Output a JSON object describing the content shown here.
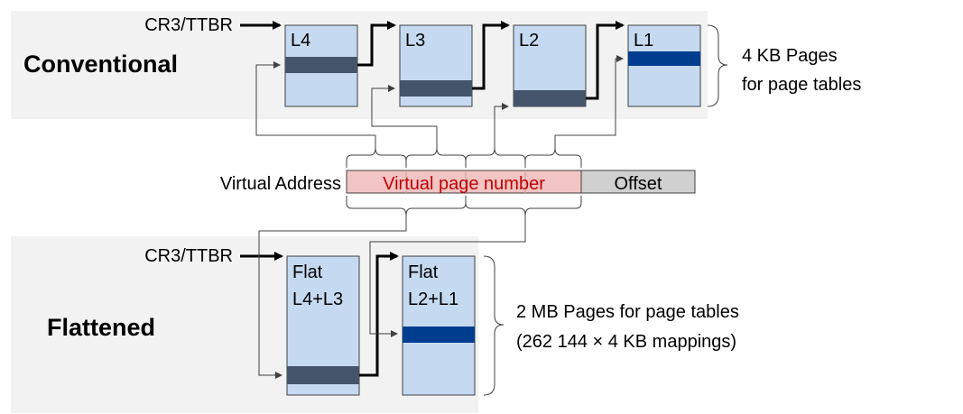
{
  "conventional": {
    "title": "Conventional",
    "root_register": "CR3/TTBR",
    "tables": [
      "L4",
      "L3",
      "L2",
      "L1"
    ],
    "note_line1": "4 KB Pages",
    "note_line2": "for page tables"
  },
  "virtual_address": {
    "label": "Virtual Address",
    "vpn": "Virtual page number",
    "offset": "Offset"
  },
  "flattened": {
    "title": "Flattened",
    "root_register": "CR3/TTBR",
    "table1_line1": "Flat",
    "table1_line2": "L4+L3",
    "table2_line1": "Flat",
    "table2_line2": "L2+L1",
    "note_line1": "2 MB Pages for page tables",
    "note_line2": "(262 144 × 4 KB mappings)"
  },
  "colors": {
    "table_fill": "#c5d9f1",
    "entry_dark": "#44546a",
    "entry_selected": "#003d8f",
    "vpn_fill": "#f2c4c4",
    "vpn_text": "#c00000",
    "offset_fill": "#d0d0d0",
    "region_fill": "#f2f2f2"
  }
}
